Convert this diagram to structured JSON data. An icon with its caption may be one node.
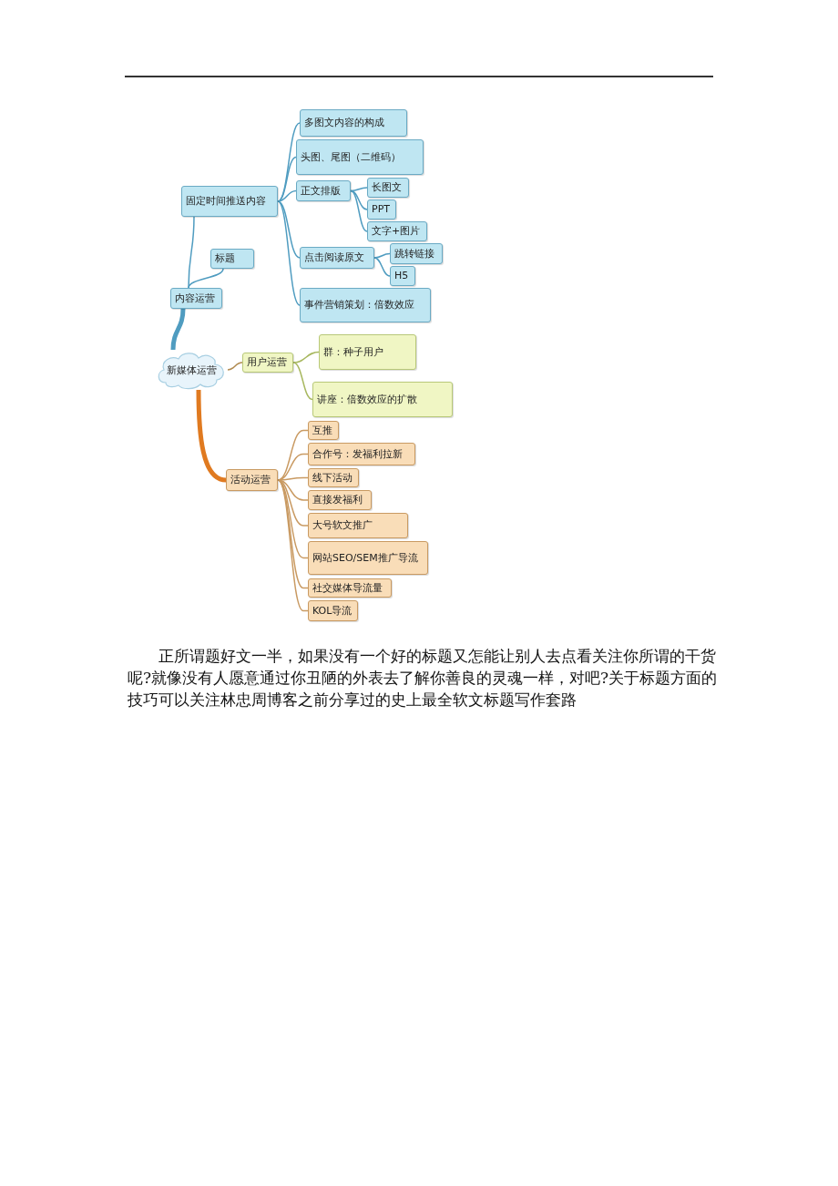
{
  "diagram": {
    "nodes": [
      {
        "text": [
          "新媒体运营"
        ]
      },
      {
        "text": [
          "固定时间推送内容"
        ]
      },
      {
        "text": [
          "多图文内容的构成"
        ]
      },
      {
        "text": [
          "头图、尾图（二维码）"
        ]
      },
      {
        "text": [
          "正文排版"
        ]
      },
      {
        "text": [
          "长图文"
        ]
      },
      {
        "text": [
          "PPT"
        ]
      },
      {
        "text": [
          "文字+图片"
        ]
      },
      {
        "text": [
          "点击阅读原文"
        ]
      },
      {
        "text": [
          "跳转链接"
        ]
      },
      {
        "text": [
          "H5"
        ]
      },
      {
        "text": [
          "事件营销策划：倍数效应"
        ]
      },
      {
        "text": [
          "标题"
        ]
      },
      {
        "text": [
          "内容运营"
        ]
      },
      {
        "text": [
          "用户运营"
        ]
      },
      {
        "text": [
          "群：种子用户"
        ]
      },
      {
        "text": [
          "讲座：倍数效应的扩散"
        ]
      },
      {
        "text": [
          "活动运营"
        ]
      },
      {
        "text": [
          "互推"
        ]
      },
      {
        "text": [
          "合作号：发福利拉新"
        ]
      },
      {
        "text": [
          "线下活动"
        ]
      },
      {
        "text": [
          "直接发福利"
        ]
      },
      {
        "text": [
          "大号软文推广"
        ]
      },
      {
        "text": [
          "网站SEO/SEM推广导流"
        ]
      },
      {
        "text": [
          "社交媒体导流量"
        ]
      },
      {
        "text": [
          "KOL导流"
        ]
      }
    ],
    "edges": [
      {
        "from": 0,
        "to": 13,
        "arrow": "none",
        "style": "thick"
      },
      {
        "from": 13,
        "to": 1,
        "arrow": "none"
      },
      {
        "from": 13,
        "to": 12,
        "arrow": "none"
      },
      {
        "from": 1,
        "to": 2,
        "arrow": "none"
      },
      {
        "from": 1,
        "to": 3,
        "arrow": "none"
      },
      {
        "from": 1,
        "to": 4,
        "arrow": "none"
      },
      {
        "from": 1,
        "to": 8,
        "arrow": "none"
      },
      {
        "from": 1,
        "to": 11,
        "arrow": "none"
      },
      {
        "from": 4,
        "to": 5,
        "arrow": "none"
      },
      {
        "from": 4,
        "to": 6,
        "arrow": "none"
      },
      {
        "from": 4,
        "to": 7,
        "arrow": "none"
      },
      {
        "from": 8,
        "to": 9,
        "arrow": "none"
      },
      {
        "from": 8,
        "to": 10,
        "arrow": "none"
      },
      {
        "from": 0,
        "to": 14,
        "arrow": "none",
        "color": "#b08a50"
      },
      {
        "from": 14,
        "to": 15,
        "arrow": "none",
        "color": "#a8b860"
      },
      {
        "from": 14,
        "to": 16,
        "arrow": "none",
        "color": "#a8b860"
      },
      {
        "from": 0,
        "to": 17,
        "arrow": "none",
        "style": "thick",
        "color": "#e07a20"
      },
      {
        "from": 17,
        "to": 18,
        "arrow": "none",
        "color": "#c99a62"
      },
      {
        "from": 17,
        "to": 19,
        "arrow": "none",
        "color": "#c99a62"
      },
      {
        "from": 17,
        "to": 20,
        "arrow": "none",
        "color": "#c99a62"
      },
      {
        "from": 17,
        "to": 21,
        "arrow": "none",
        "color": "#c99a62"
      },
      {
        "from": 17,
        "to": 22,
        "arrow": "none",
        "color": "#c99a62"
      },
      {
        "from": 17,
        "to": 23,
        "arrow": "none",
        "color": "#c99a62"
      },
      {
        "from": 17,
        "to": 24,
        "arrow": "none",
        "color": "#c99a62"
      },
      {
        "from": 17,
        "to": 25,
        "arrow": "none",
        "color": "#c99a62"
      }
    ],
    "labels": [
      "正所谓题好文一半，如果没有一个好的标题又怎能让别人去点看关注你所谓的干货呢?就像没有人愿意通过你丑陋的外表去了解你善良的灵魂一样，对吧?关于标题方面的技巧可以关注林忠周博客之前分享过的史上最全软文标题写作套路"
    ]
  }
}
